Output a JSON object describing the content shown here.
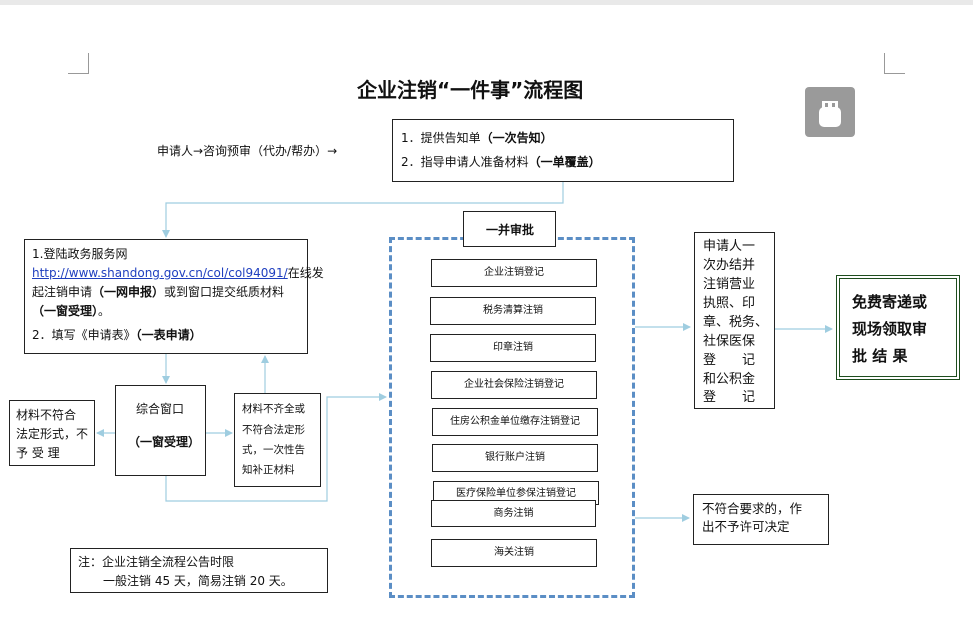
{
  "title": "企业注销“一件事”流程图",
  "applicant_flow": "申请人→咨询预审（代办/帮办）→",
  "notice": {
    "item1_prefix": "1．提供告知单",
    "item1_bold": "（一次告知）",
    "item2_prefix": "2．指导申请人准备材料",
    "item2_bold": "（一单覆盖）"
  },
  "online": {
    "line1": "1.登陆政务服务网",
    "url": "http://www.shandong.gov.cn/col/col94091/",
    "line2_rest": "在线发",
    "line3_prefix": "起注销申请",
    "line3_bold": "（一网申报）",
    "line3_rest": "或到窗口提交纸质材料",
    "line4_bold": "（一窗受理）",
    "line4_rest": "。",
    "line5_prefix": "2．填写《申请表》",
    "line5_bold": "（一表申请）"
  },
  "window": {
    "name": "综合窗口",
    "tag": "（一窗受理）"
  },
  "incomplete": [
    "材料不齐全或",
    "不符合法定形",
    "式，一次性告",
    "知补正材料"
  ],
  "reject_form": [
    "材料不符合",
    "法定形式，不",
    "予  受  理"
  ],
  "parallel_label": "一并审批",
  "items": [
    "企业注销登记",
    "税务清算注销",
    "印章注销",
    "企业社会保险注销登记",
    "住房公积金单位缴存注销登记",
    "银行账户注销",
    "医疗保险单位参保注销登记",
    "商务注销",
    "海关注销"
  ],
  "result": [
    "申请人一",
    "次办结并",
    "注销营业",
    "执照、印",
    "章、税务、",
    "社保医保",
    "登　　记",
    "和公积金",
    "登　　记"
  ],
  "delivery": [
    "免费寄递或",
    "现场领取审",
    "批  结  果"
  ],
  "noncompliant": [
    "不符合要求的，作",
    "出不予许可决定"
  ],
  "note": {
    "line1": "注：企业注销全流程公告时限",
    "line2": "一般注销 45 天，简易注销 20 天。"
  },
  "colors": {
    "arrow": "#9fcde0",
    "dashed": "#5b8ec5",
    "delivery_border": "#1e4d1e",
    "toolbar_btn": "#9a9a9a"
  },
  "icons": {
    "toolbar": "usb-drive-icon"
  }
}
